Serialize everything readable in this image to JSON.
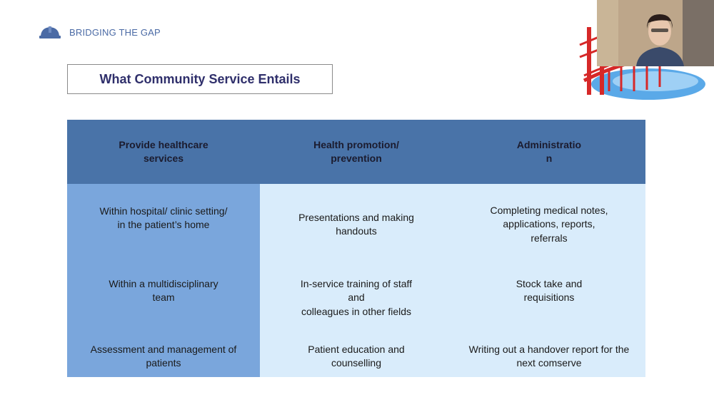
{
  "brand": {
    "name": "BRIDGING THE GAP",
    "logo_icon": "hard-hat-icon"
  },
  "slide": {
    "title": "What Community Service Entails"
  },
  "colors": {
    "header_bg": "#4973a8",
    "first_col_bg": "#7aa6dc",
    "body_bg": "#d9ecfb",
    "title_color": "#2f2f6b",
    "bridge_red": "#d62828"
  },
  "table": {
    "headers": [
      "Provide healthcare\nservices",
      "Health promotion/\nprevention",
      "Administratio\nn"
    ],
    "rows": [
      [
        "Within hospital/ clinic setting/\nin the patient’s home",
        "Presentations and making\nhandouts",
        "Completing medical notes,\napplications, reports,\nreferrals"
      ],
      [
        "Within a multidisciplinary\nteam",
        "In-service training of  staff\nand\ncolleagues in other fields",
        "Stock take and\nrequisitions"
      ],
      [
        "Assessment and management of\npatients",
        "Patient education and\ncounselling",
        "Writing out a handover report for the\nnext comserve"
      ]
    ]
  },
  "decoration": {
    "bridge_icon": "bridge-illustration-icon",
    "webcam": "presenter-webcam"
  }
}
